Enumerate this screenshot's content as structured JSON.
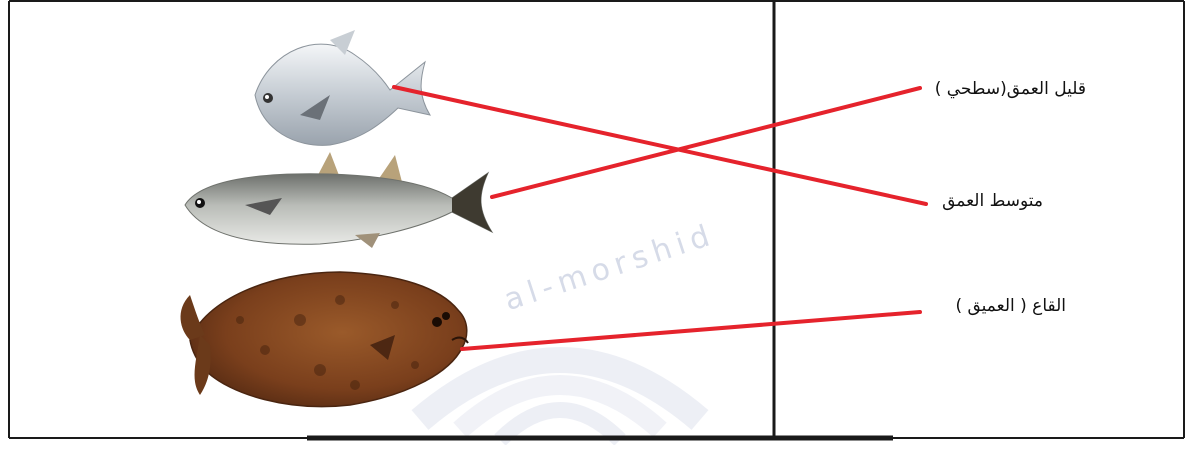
{
  "watermark": {
    "text": "al-morshid"
  },
  "labels": {
    "shallow": "قليل العمق(سطحي )",
    "medium": "متوسط العمق",
    "bottom": "القاع ( العميق )"
  },
  "fish": [
    "pomfret",
    "mullet",
    "flounder"
  ],
  "colors": {
    "line": "#e5232c",
    "border": "#1a1a1a"
  }
}
